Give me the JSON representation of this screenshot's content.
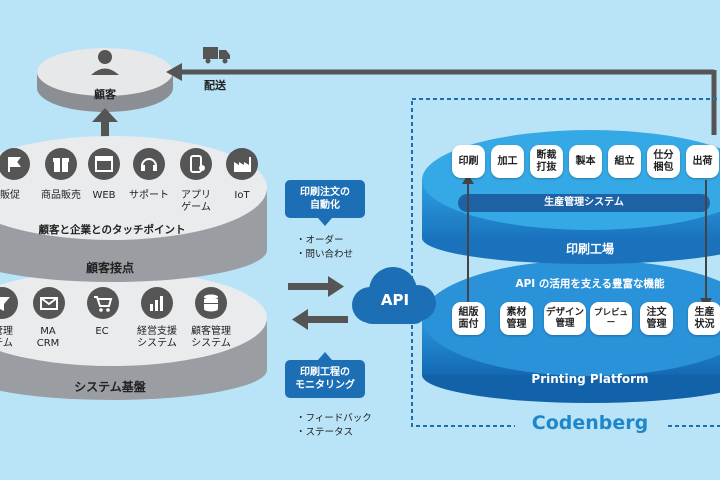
{
  "customer": {
    "label": "顧客"
  },
  "delivery": {
    "label": "配送"
  },
  "touchpoints": {
    "title": "顧客と企業とのタッチポイント",
    "layer_label": "顧客接点",
    "items": [
      "販促",
      "商品販売",
      "WEB",
      "サポート",
      "アプリ\nゲーム",
      "IoT"
    ]
  },
  "system_base": {
    "layer_label": "システム基盤",
    "items": [
      "管理\nテム",
      "MA\nCRM",
      "EC",
      "経営支援\nシステム",
      "顧客管理\nシステム"
    ]
  },
  "callout_order": {
    "title": "印刷注文の\n自動化",
    "items": [
      "・オーダー",
      "・問い合わせ"
    ]
  },
  "callout_monitor": {
    "title": "印刷工程の\nモニタリング",
    "items": [
      "・フィードバック",
      "・ステータス"
    ]
  },
  "api": {
    "label": "API"
  },
  "factory": {
    "processes": [
      "印刷",
      "加工",
      "断裁\n打抜",
      "製本",
      "組立",
      "仕分\n梱包",
      "出荷"
    ],
    "system_label": "生産管理システム",
    "title": "印刷工場"
  },
  "platform": {
    "subtitle": "API の活用を支える豊富な機能",
    "functions": [
      "組版\n面付",
      "素材\n管理",
      "デザイン\n管理",
      "プレビュー",
      "注文\n管理",
      "生産\n状況"
    ],
    "title": "Printing Platform"
  },
  "brand": {
    "name": "Codenberg",
    "color": "#1f86c9"
  },
  "colors": {
    "primary": "#1d6fb5",
    "platform": "#1b86cf",
    "background": "#b9e3f7"
  }
}
